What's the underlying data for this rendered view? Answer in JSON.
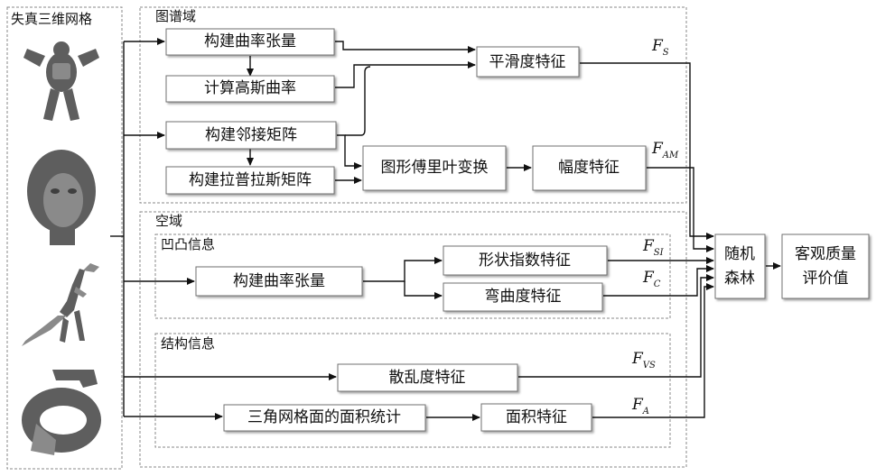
{
  "left_panel": {
    "title": "失真三维网格"
  },
  "sections": {
    "spectral": "图谱域",
    "spatial": "空域",
    "concave": "凹凸信息",
    "structure": "结构信息"
  },
  "boxes": {
    "curv_tensor_1": "构建曲率张量",
    "gauss_curv": "计算高斯曲率",
    "adj_matrix": "构建邻接矩阵",
    "laplace_matrix": "构建拉普拉斯矩阵",
    "smooth_feat": "平滑度特征",
    "gft": "图形傅里叶变换",
    "amp_feat": "幅度特征",
    "curv_tensor_2": "构建曲率张量",
    "shape_feat": "形状指数特征",
    "bend_feat": "弯曲度特征",
    "scatter_feat": "散乱度特征",
    "tri_area": "三角网格面的面积统计",
    "area_feat": "面积特征",
    "forest": [
      "随机",
      "森林"
    ],
    "eval": [
      "客观质量",
      "评价值"
    ]
  },
  "features": {
    "fs": {
      "base": "F",
      "sub": "S"
    },
    "fam": {
      "base": "F",
      "sub": "AM"
    },
    "fsi": {
      "base": "F",
      "sub": "SI"
    },
    "fc": {
      "base": "F",
      "sub": "C"
    },
    "fvs": {
      "base": "F",
      "sub": "VS"
    },
    "fa": {
      "base": "F",
      "sub": "A"
    }
  },
  "thumbnails": [
    "armored-figure-icon",
    "head-sculpture-icon",
    "dinosaur-skeleton-icon",
    "mechanical-part-icon"
  ]
}
